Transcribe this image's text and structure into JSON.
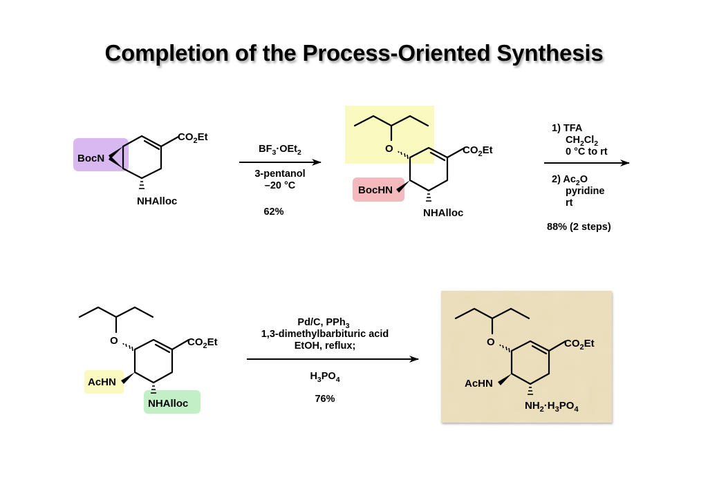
{
  "title": "Completion of the Process-Oriented Synthesis",
  "highlight_colors": {
    "aziridine": "#d9b8f2",
    "pentyl_ether": "#fafac0",
    "bochn": "#f4b9bd",
    "achn": "#fafac0",
    "nhalloc": "#c3efc6",
    "product_box": "#eadcb8"
  },
  "structures": [
    {
      "name": "aziridine-starting-material",
      "labels": {
        "n_group": "BocN",
        "ester": "CO",
        "ester_sub": "2",
        "ester_tail": "Et",
        "amine": "NHAlloc"
      }
    },
    {
      "name": "bochn-intermediate",
      "labels": {
        "ether_o": "O",
        "n_group": "BocHN",
        "ester": "CO",
        "ester_sub": "2",
        "ester_tail": "Et",
        "amine": "NHAlloc"
      }
    },
    {
      "name": "achn-intermediate",
      "labels": {
        "ether_o": "O",
        "n_group": "AcHN",
        "ester": "CO",
        "ester_sub": "2",
        "ester_tail": "Et",
        "amine": "NHAlloc"
      }
    },
    {
      "name": "oseltamivir-phosphate-product",
      "labels": {
        "ether_o": "O",
        "n_group": "AcHN",
        "ester": "CO",
        "ester_sub": "2",
        "ester_tail": "Et",
        "amine_a": "NH",
        "amine_sub1": "2",
        "amine_b": "·H",
        "amine_sub2": "3",
        "amine_c": "PO",
        "amine_sub3": "4"
      }
    }
  ],
  "reactions": [
    {
      "above": [
        {
          "parts": [
            "BF",
            "3",
            "·OEt",
            "2"
          ]
        }
      ],
      "below": [
        "3-pentanol",
        "–20 °C"
      ],
      "yield": "62%"
    },
    {
      "above": [
        "1) TFA",
        {
          "parts": [
            "CH",
            "2",
            "Cl",
            "2"
          ]
        },
        "0 °C to rt"
      ],
      "below": [
        {
          "parts": [
            "2) Ac",
            "2",
            "O"
          ]
        },
        "pyridine",
        "rt"
      ],
      "yield": "88% (2 steps)"
    },
    {
      "above": [
        {
          "parts": [
            "Pd/C, PPh",
            "3"
          ]
        },
        "1,3-dimethylbarbituric acid",
        "EtOH, reflux;"
      ],
      "below": [
        {
          "parts": [
            "H",
            "3",
            "PO",
            "4"
          ]
        }
      ],
      "yield": "76%"
    }
  ]
}
